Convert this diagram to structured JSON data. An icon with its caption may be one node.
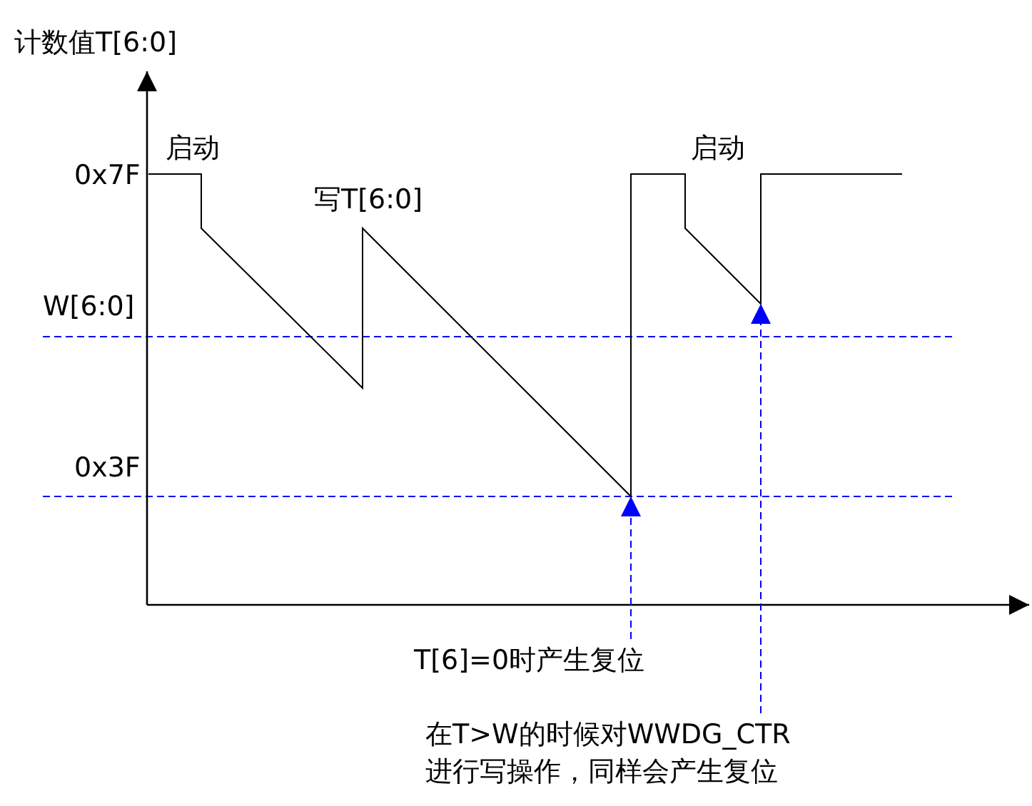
{
  "diagram": {
    "nodes": [
      {
        "text": [
          "T[6]=0时产生复位"
        ]
      },
      {
        "text": [
          "在T>W的时候对WWDG_CTR进行写操作，同样会产生复位"
        ]
      }
    ],
    "edges": [
      {
        "from": 0,
        "to": null,
        "arrow": "to",
        "style": "dashed",
        "color": "#0000ff"
      },
      {
        "from": 1,
        "to": null,
        "arrow": "to",
        "style": "dashed",
        "color": "#0000ff"
      }
    ],
    "labels": [
      "计数值T[6:0]",
      "0x7F",
      "W[6:0]",
      "0x3F",
      "启动",
      "写T[6:0]",
      "启动"
    ]
  }
}
